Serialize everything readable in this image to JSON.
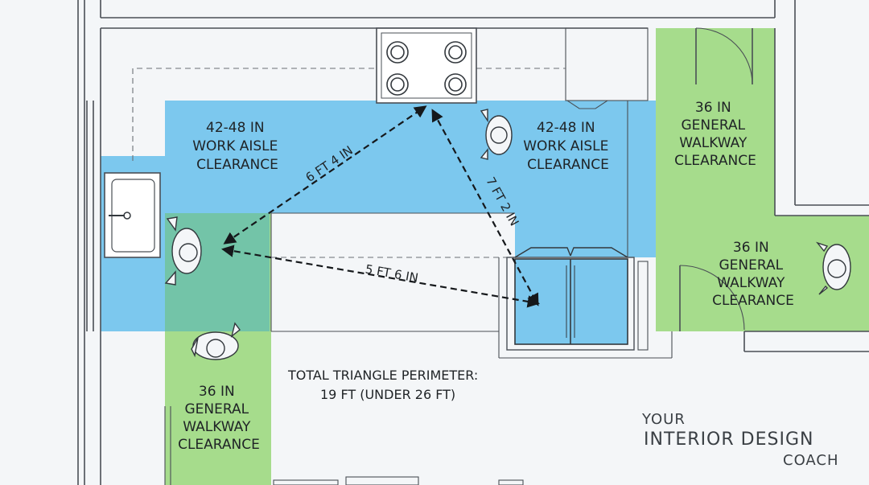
{
  "zones": {
    "work_aisle_left": [
      "42-48 IN",
      "WORK AISLE",
      "CLEARANCE"
    ],
    "work_aisle_right": [
      "42-48 IN",
      "WORK AISLE",
      "CLEARANCE"
    ],
    "walkway_top_right": [
      "36 IN",
      "GENERAL",
      "WALKWAY",
      "CLEARANCE"
    ],
    "walkway_right": [
      "36 IN",
      "GENERAL",
      "WALKWAY",
      "CLEARANCE"
    ],
    "walkway_bottom_left": [
      "36 IN",
      "GENERAL",
      "WALKWAY",
      "CLEARANCE"
    ]
  },
  "dimensions": {
    "sink_to_stove": "6 FT 4 IN",
    "stove_to_fridge": "7 FT 2 IN",
    "sink_to_fridge": "5 FT 6 IN"
  },
  "total": {
    "line1": "TOTAL TRIANGLE PERIMETER:",
    "line2": "19 FT (UNDER 26 FT)"
  },
  "brand": {
    "line1": "YOUR",
    "line2": "INTERIOR DESIGN",
    "line3": "COACH"
  },
  "colors": {
    "work_aisle": "#7cc8ee",
    "walkway": "#a6dc8c",
    "overlap": "#73c4a8"
  }
}
